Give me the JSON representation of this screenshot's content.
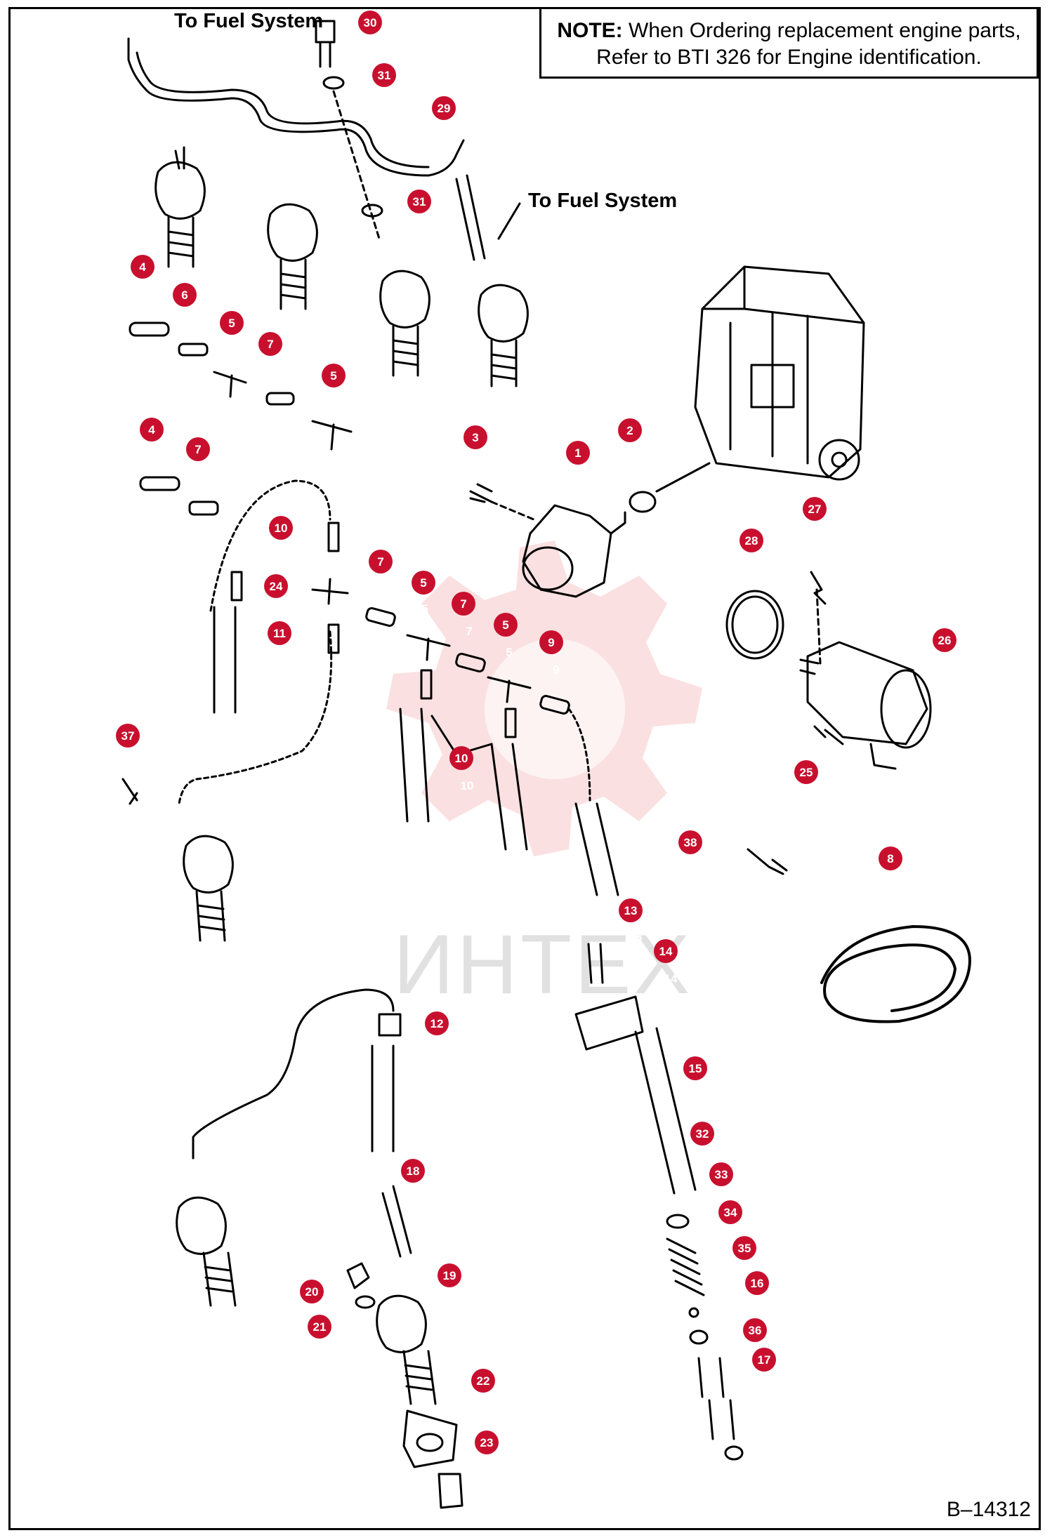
{
  "note": {
    "label": "NOTE:",
    "text": "When Ordering replacement engine parts, Refer to BTI 326 for Engine identification."
  },
  "labels": {
    "to_fuel_system_top": "To Fuel System",
    "to_fuel_system_right": "To Fuel System"
  },
  "doc_id": "B–14312",
  "watermark": "ИНТЕХ",
  "badge_color": "#c8102e",
  "callouts": [
    {
      "id": "c30",
      "badge": "30",
      "num": "30"
    },
    {
      "id": "c31a",
      "badge": "31",
      "num": "31"
    },
    {
      "id": "c29",
      "badge": "29",
      "num": "29"
    },
    {
      "id": "c31b",
      "badge": "31",
      "num": "31"
    },
    {
      "id": "c4a",
      "badge": "4",
      "num": "4"
    },
    {
      "id": "c6",
      "badge": "6",
      "num": "6"
    },
    {
      "id": "c5a",
      "badge": "5",
      "num": "5"
    },
    {
      "id": "c7a",
      "badge": "7",
      "num": "7"
    },
    {
      "id": "c5b",
      "badge": "5",
      "num": "5"
    },
    {
      "id": "c4b",
      "badge": "4",
      "num": "4"
    },
    {
      "id": "c7b",
      "badge": "7",
      "num": "7"
    },
    {
      "id": "c3",
      "badge": "3",
      "num": "3"
    },
    {
      "id": "c1",
      "badge": "1",
      "num": "1"
    },
    {
      "id": "c2",
      "badge": "2",
      "num": "2"
    },
    {
      "id": "c27",
      "badge": "27",
      "num": "27"
    },
    {
      "id": "c28",
      "badge": "28",
      "num": "28"
    },
    {
      "id": "c10a",
      "badge": "10",
      "num": "10"
    },
    {
      "id": "c24",
      "badge": "24",
      "num": "24"
    },
    {
      "id": "c11",
      "badge": "11",
      "num": "11"
    },
    {
      "id": "c7c",
      "badge": "7",
      "num": "7"
    },
    {
      "id": "c5c",
      "badge": "5",
      "num": "5"
    },
    {
      "id": "c7d",
      "badge": "7",
      "num": "7"
    },
    {
      "id": "c5d",
      "badge": "5",
      "num": "5"
    },
    {
      "id": "c9",
      "badge": "9",
      "num": "9"
    },
    {
      "id": "c26",
      "badge": "26",
      "num": "26"
    },
    {
      "id": "c37",
      "badge": "37",
      "num": "37"
    },
    {
      "id": "c10b",
      "badge": "10",
      "num": "10"
    },
    {
      "id": "c25",
      "badge": "25",
      "num": "25"
    },
    {
      "id": "c38",
      "badge": "38",
      "num": "38"
    },
    {
      "id": "c8",
      "badge": "8",
      "num": "8"
    },
    {
      "id": "c13",
      "badge": "13",
      "num": "13"
    },
    {
      "id": "c14",
      "badge": "14",
      "num": "14"
    },
    {
      "id": "c12",
      "badge": "12",
      "num": "12"
    },
    {
      "id": "c15",
      "badge": "15",
      "num": "15"
    },
    {
      "id": "c32",
      "badge": "32",
      "num": "32"
    },
    {
      "id": "c33",
      "badge": "33",
      "num": "33"
    },
    {
      "id": "c34",
      "badge": "34",
      "num": "34"
    },
    {
      "id": "c35",
      "badge": "35",
      "num": "35"
    },
    {
      "id": "c18",
      "badge": "18",
      "num": "18"
    },
    {
      "id": "c16",
      "badge": "16",
      "num": "16"
    },
    {
      "id": "c20",
      "badge": "20",
      "num": "20"
    },
    {
      "id": "c19",
      "badge": "19",
      "num": "19"
    },
    {
      "id": "c21",
      "badge": "21",
      "num": "21"
    },
    {
      "id": "c36",
      "badge": "36",
      "num": "36"
    },
    {
      "id": "c17",
      "badge": "17",
      "num": "17"
    },
    {
      "id": "c22",
      "badge": "22",
      "num": "22"
    },
    {
      "id": "c23",
      "badge": "23",
      "num": "23"
    }
  ]
}
